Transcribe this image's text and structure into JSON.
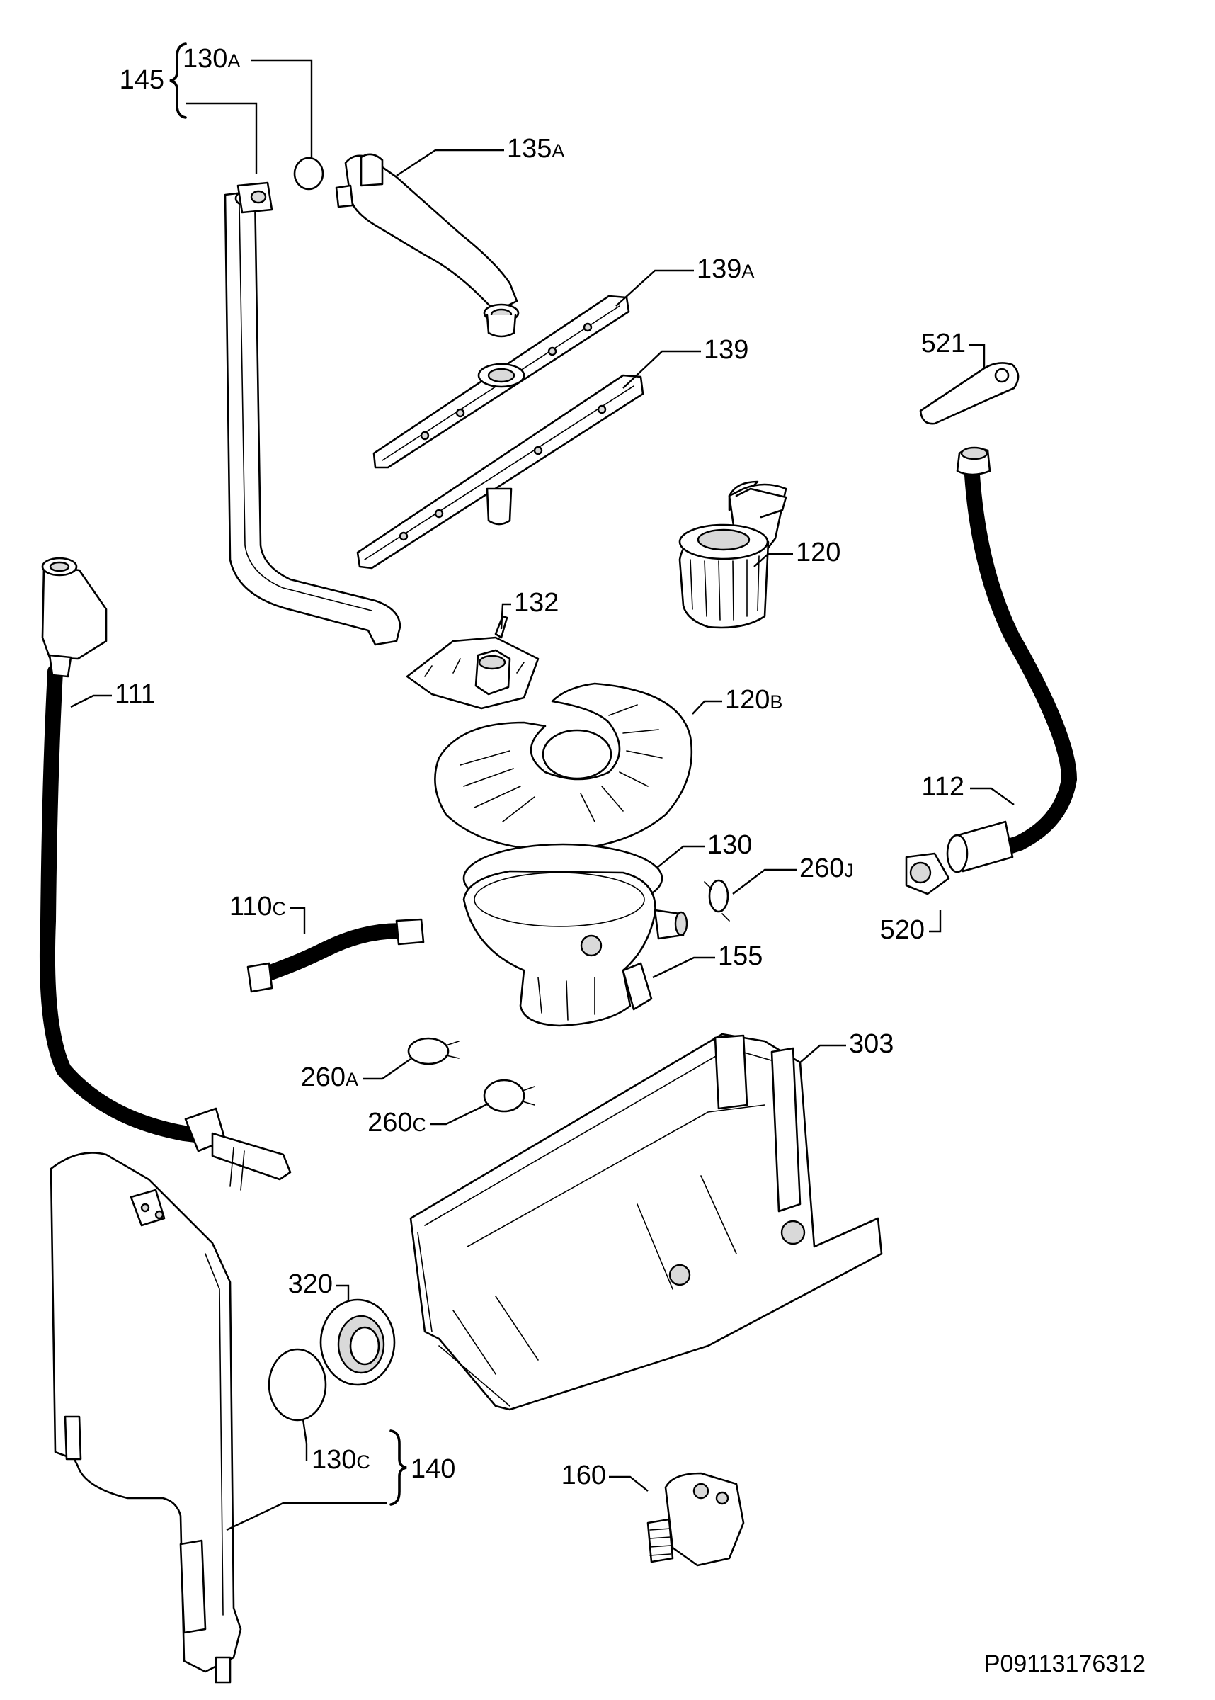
{
  "figure_code": "P09113176312",
  "callouts": [
    {
      "id": "145",
      "num": "145",
      "suffix": ""
    },
    {
      "id": "130a",
      "num": "130",
      "suffix": "A"
    },
    {
      "id": "135a",
      "num": "135",
      "suffix": "A"
    },
    {
      "id": "139a",
      "num": "139",
      "suffix": "A"
    },
    {
      "id": "139",
      "num": "139",
      "suffix": ""
    },
    {
      "id": "521",
      "num": "521",
      "suffix": ""
    },
    {
      "id": "120",
      "num": "120",
      "suffix": ""
    },
    {
      "id": "132",
      "num": "132",
      "suffix": ""
    },
    {
      "id": "111",
      "num": "111",
      "suffix": ""
    },
    {
      "id": "120b",
      "num": "120",
      "suffix": "B"
    },
    {
      "id": "112",
      "num": "112",
      "suffix": ""
    },
    {
      "id": "130",
      "num": "130",
      "suffix": ""
    },
    {
      "id": "260j",
      "num": "260",
      "suffix": "J"
    },
    {
      "id": "110c",
      "num": "110",
      "suffix": "C"
    },
    {
      "id": "520",
      "num": "520",
      "suffix": ""
    },
    {
      "id": "155",
      "num": "155",
      "suffix": ""
    },
    {
      "id": "303",
      "num": "303",
      "suffix": ""
    },
    {
      "id": "260a",
      "num": "260",
      "suffix": "A"
    },
    {
      "id": "260c",
      "num": "260",
      "suffix": "C"
    },
    {
      "id": "320",
      "num": "320",
      "suffix": ""
    },
    {
      "id": "130c",
      "num": "130",
      "suffix": "C"
    },
    {
      "id": "140",
      "num": "140",
      "suffix": ""
    },
    {
      "id": "160",
      "num": "160",
      "suffix": ""
    }
  ]
}
